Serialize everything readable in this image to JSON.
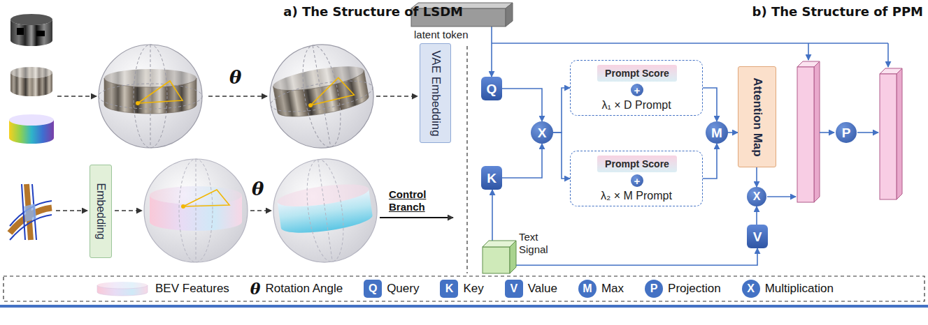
{
  "diagram": {
    "nodes": [
      {
        "text": [
          "VAE Embedding"
        ]
      },
      {
        "text": [
          "Embedding"
        ]
      },
      {
        "text": [
          "latent token"
        ]
      },
      {
        "text": [
          "Q"
        ]
      },
      {
        "text": [
          "K"
        ]
      },
      {
        "text": [
          "X"
        ]
      },
      {
        "text": [
          "λ₁ × D Prompt"
        ]
      },
      {
        "text": [
          "Prompt Score"
        ],
        "in": 6
      },
      {
        "text": [
          "+"
        ],
        "in": 6
      },
      {
        "text": [
          "λ₂ × M Prompt"
        ]
      },
      {
        "text": [
          "Prompt Score"
        ],
        "in": 9
      },
      {
        "text": [
          "+"
        ],
        "in": 9
      },
      {
        "text": [
          "M"
        ]
      },
      {
        "text": [
          "Attention Map"
        ]
      },
      {
        "text": [
          "X"
        ]
      },
      {
        "text": [
          "Text Signal"
        ]
      },
      {
        "text": [
          "V"
        ]
      },
      {
        "text": [
          "P"
        ]
      }
    ],
    "edges": [
      {
        "from": 2,
        "to": 3,
        "arrow": "to"
      },
      {
        "from": 3,
        "to": 5,
        "arrow": "to"
      },
      {
        "from": 4,
        "to": 5,
        "arrow": "to"
      },
      {
        "from": 15,
        "to": 4,
        "arrow": "to"
      },
      {
        "from": 5,
        "to": 6,
        "arrow": "to"
      },
      {
        "from": 5,
        "to": 9,
        "arrow": "to"
      },
      {
        "from": 6,
        "to": 12,
        "arrow": "to"
      },
      {
        "from": 9,
        "to": 12,
        "arrow": "to"
      },
      {
        "from": 12,
        "to": 13,
        "arrow": "to"
      },
      {
        "from": 13,
        "to": 14,
        "arrow": "to"
      },
      {
        "from": 15,
        "to": 16,
        "arrow": "to"
      },
      {
        "from": 16,
        "to": 14,
        "arrow": "to"
      }
    ],
    "labels": [
      "a) The Structure of LSDM",
      "θ",
      "θ",
      "Control Branch",
      "b) The Structure of PPM",
      "θ",
      "Q",
      "K",
      "V",
      "M",
      "P",
      "X"
    ],
    "legend": [
      {
        "text": "BEV Features"
      },
      {
        "text": "Rotation Angle"
      },
      {
        "text": "Query",
        "color": "#4472c4"
      },
      {
        "text": "Key",
        "color": "#4472c4"
      },
      {
        "text": "Value",
        "color": "#4472c4"
      },
      {
        "text": "Max",
        "color": "#4472c4"
      },
      {
        "text": "Projection",
        "color": "#4472c4"
      },
      {
        "text": "Multiplication",
        "color": "#4472c4"
      }
    ]
  }
}
